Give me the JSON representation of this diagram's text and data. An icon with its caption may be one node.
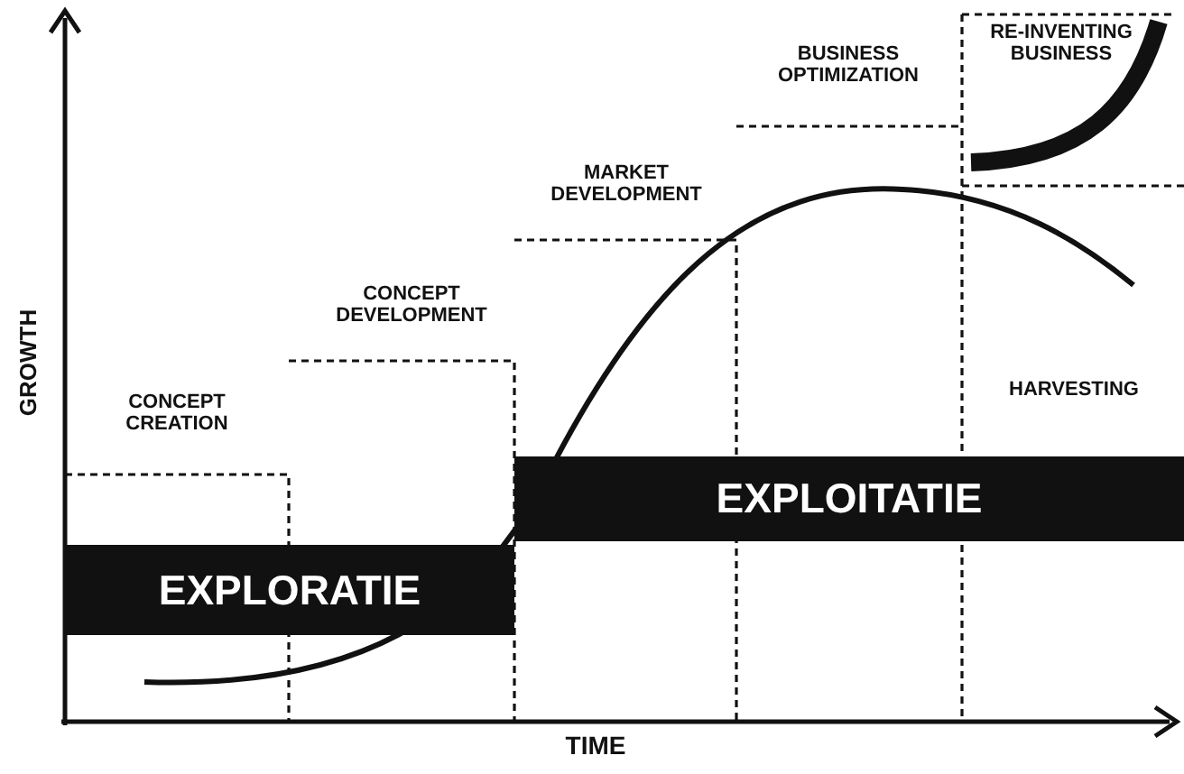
{
  "diagram": {
    "nodes": [
      {
        "text": [
          "EXPLORATIE"
        ]
      },
      {
        "text": [
          "EXPLOITATIE"
        ]
      }
    ],
    "edges": [],
    "labels": [
      "RE-INVENTING BUSINESS",
      "BUSINESS OPTIMIZATION",
      "MARKET DEVELOPMENT",
      "CONCEPT DEVELOPMENT",
      "GROWTH",
      "CONCEPT CREATION",
      "HARVESTING",
      "TIME"
    ]
  }
}
